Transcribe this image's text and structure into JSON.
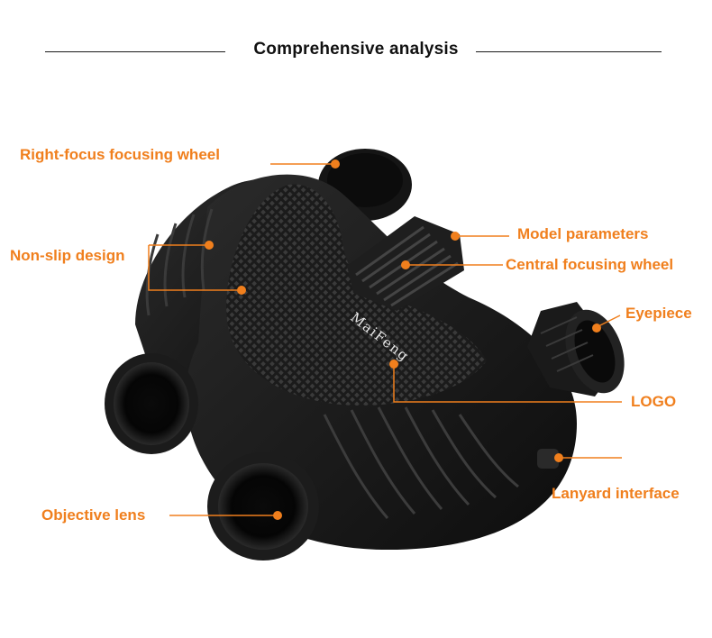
{
  "title": "Comprehensive analysis",
  "accent_color": "#f07f1d",
  "labels": {
    "right_focus_wheel": "Right-focus focusing wheel",
    "non_slip": "Non-slip design",
    "model_params": "Model parameters",
    "central_wheel": "Central focusing wheel",
    "eyepiece": "Eyepiece",
    "logo": "LOGO",
    "lanyard": "Lanyard interface",
    "objective": "Objective lens"
  },
  "brand": "MaiFeng"
}
